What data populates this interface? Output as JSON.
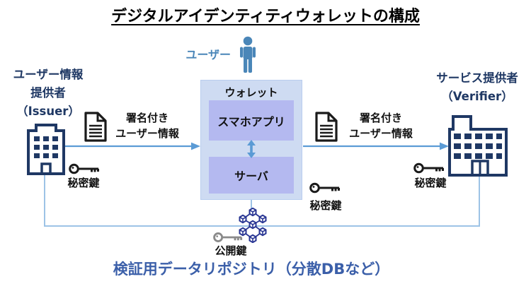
{
  "title": "デジタルアイデンティティウォレットの構成",
  "user": {
    "label": "ユーザー"
  },
  "issuer": {
    "name_lines": [
      "ユーザー情報",
      "提供者",
      "（Issuer）"
    ],
    "key_label": "秘密鍵"
  },
  "verifier": {
    "name_lines": [
      "サービス提供者",
      "（Verifier）"
    ],
    "key_label": "秘密鍵"
  },
  "wallet": {
    "title": "ウォレット",
    "app": "スマホアプリ",
    "server": "サーバ",
    "key_label": "秘密鍵"
  },
  "flow_left": {
    "line1": "署名付き",
    "line2": "ユーザー情報"
  },
  "flow_right": {
    "line1": "署名付き",
    "line2": "ユーザー情報"
  },
  "repository": {
    "key_label": "公開鍵",
    "caption": "検証用データリポジトリ（分散DBなど）"
  },
  "colors": {
    "heading_navy": "#1f3864",
    "user_steel_blue": "#4a86b8",
    "arrow_blue": "#5b9bd5",
    "connector_light_blue": "#9dc3e6",
    "wallet_fill": "#cedbf2",
    "inner_box_fill": "#b4b9f0",
    "caption_blue": "#3b5fa9",
    "network_navy": "#283593",
    "icon_black": "#1a1a1a",
    "public_key_gray": "#8a8a8a"
  },
  "icons": {
    "person-icon": "user silhouette",
    "issuer-building-icon": "office building with raised roof",
    "verifier-building-icon": "wide office building with tower",
    "document-icon": "signed document sheet",
    "key-icon": "private/public key",
    "network-icon": "distributed DB cube network",
    "double-arrow-icon": "vertical two-way arrow",
    "arrow-right-icon": "horizontal flow arrow"
  }
}
